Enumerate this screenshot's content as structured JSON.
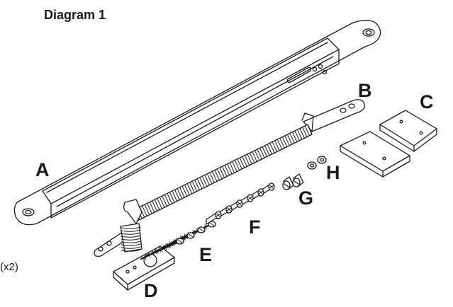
{
  "diagram": {
    "title": "Diagram 1",
    "parts": [
      {
        "letter": "A"
      },
      {
        "letter": "B"
      },
      {
        "letter": "C"
      },
      {
        "letter": "D"
      },
      {
        "letter": "E"
      },
      {
        "letter": "F"
      },
      {
        "letter": "G"
      },
      {
        "letter": "H"
      }
    ],
    "quantity_note": "(x2)"
  }
}
